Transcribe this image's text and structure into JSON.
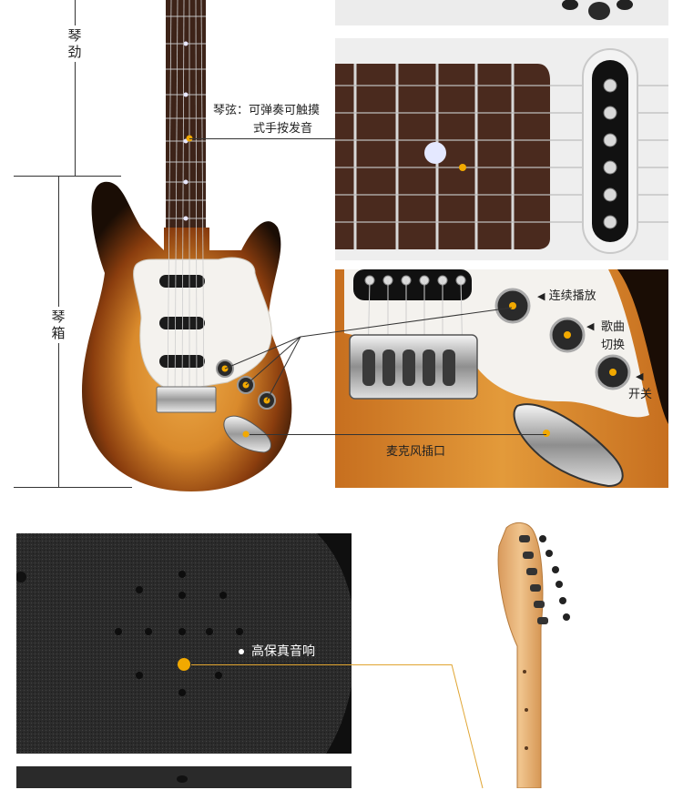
{
  "labels": {
    "neck": "琴劲",
    "body": "琴箱",
    "strings_line1": "琴弦：可弹奏可触摸",
    "strings_line2": "式手按发音",
    "continuous_play": "连续播放",
    "song_switch_line1": "歌曲",
    "song_switch_line2": "切换",
    "power_switch": "开关",
    "mic_jack": "麦克风插口",
    "hifi_sound": "高保真音响"
  },
  "colors": {
    "accent": "#f2a900",
    "sunburst_outer": "#1a0d05",
    "sunburst_mid": "#8a3d0e",
    "sunburst_inner": "#e39a3a",
    "pickguard": "#f4f2ee",
    "fretboard": "#4a2a1e",
    "maple": "#e6b27a",
    "speaker_grille": "#2a2a2a"
  },
  "icons": {
    "pointer_arrow": "left-triangle-icon",
    "marker": "orange-dot-icon"
  }
}
